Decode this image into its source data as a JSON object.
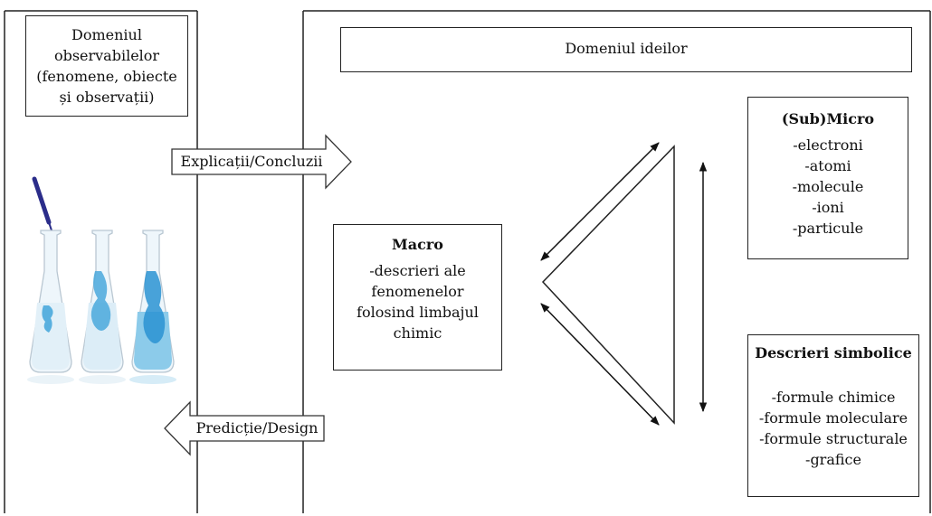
{
  "observables_panel": {
    "title_lines": [
      "Domeniul",
      "observabilelor",
      "(fenomene, obiecte",
      "și observații)"
    ]
  },
  "ideas_panel": {
    "title": "Domeniul ideilor"
  },
  "arrows": {
    "explanations": "Explicații/Concluzii",
    "prediction": "Predicție/Design"
  },
  "macro": {
    "title": "Macro",
    "lines": [
      "-descrieri ale",
      "fenomenelor",
      "folosind limbajul",
      "chimic"
    ]
  },
  "submicro": {
    "title": "(Sub)Micro",
    "lines": [
      "-electroni",
      "-atomi",
      "-molecule",
      "-ioni",
      "-particule"
    ]
  },
  "symbolic": {
    "title": "Descrieri simbolice",
    "lines": [
      "-formule chimice",
      "-formule moleculare",
      "-formule structurale",
      "-grafice"
    ]
  },
  "colors": {
    "liquid_blue": "#4aa8dc",
    "ink_blue": "#1f6fc0",
    "pipette": "#2b2d8a"
  }
}
